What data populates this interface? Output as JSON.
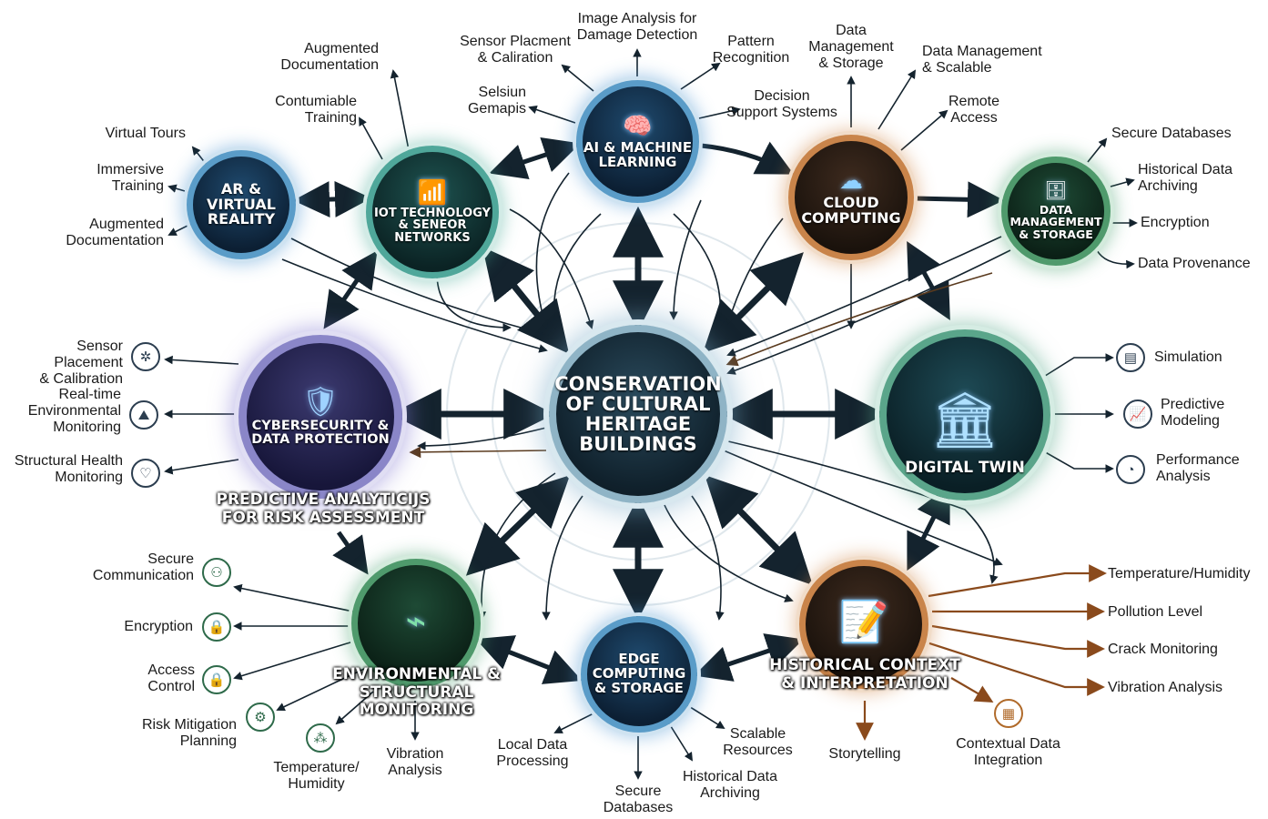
{
  "hub": {
    "title": "CONSERVATION\nOF CULTURAL\nHERITAGE\nBUILDINGS"
  },
  "nodes": {
    "ar": {
      "title": "AR &\nVIRTUAL\nREALITY"
    },
    "iot": {
      "title": "IOT TECHNOLOGY\n& SENEOR\nNETWORKS",
      "icon": "wifi-sensor-icon"
    },
    "ai": {
      "title": "AI & MACHINE\nLEARNING",
      "icon": "brain-icon"
    },
    "cloud": {
      "title": "CLOUD\nCOMPUTING",
      "icon": "cloud-icon"
    },
    "data": {
      "title": "DATA\nMANAGEMENT\n& STORAGE",
      "icon": "database-icon"
    },
    "cyber": {
      "title": "CYBERSECURITY &\nDATA PROTECTION",
      "icon": "shield-lock-icon"
    },
    "twin": {
      "title": "DIGITAL TWIN",
      "icon": "building-icon"
    },
    "env": {
      "title": "",
      "icon": "circuit-icon"
    },
    "edge": {
      "title": "EDGE\nCOMPUTING\n& STORAGE"
    },
    "hist": {
      "title": "",
      "icon": "document-pen-icon"
    }
  },
  "banners": {
    "predictive": "PREDICTIVE ANALYTICIJS\nFOR RISK ASSESSMENT",
    "env": "ENVIRONMENTAL &\nSTRUCTURAL MONITORING",
    "hist": "HISTORICAL CONTEXT\n& INTERPRETATION"
  },
  "labels": {
    "ar_virtual_tours": "Virtual Tours",
    "ar_immersive": "Immersive\nTraining",
    "ar_aug_doc": "Augmented\nDocumentation",
    "iot_aug_doc": "Augmented\nDocumentation",
    "iot_contumiable": "Contumiable\nTraining",
    "ai_sensor_placement": "Sensor Placment\n& Caliration",
    "ai_image_analysis": "Image Analysis for\nDamage Detection",
    "ai_pattern": "Pattern\nRecognition",
    "ai_selsiun": "Selsiun\nGemapis",
    "ai_decision": "Decision\nSupport Systems",
    "cloud_data_mgmt": "Data\nManagement\n& Storage",
    "cloud_scalable": "Data Management\n& Scalable",
    "cloud_remote": "Remote\nAccess",
    "data_secure_db": "Secure Databases",
    "data_hist_archive": "Historical Data\nArchiving",
    "data_encryption": "Encryption",
    "data_provenance": "Data Provenance",
    "cyber_sensor": "Sensor Placement\n& Calibration",
    "cyber_realtime": "Real-time\nEnvironmental\nMonitoring",
    "cyber_structural": "Structural Health\nMonitoring",
    "twin_simulation": "Simulation",
    "twin_predictive": "Predictive\nModeling",
    "twin_performance": "Performance\nAnalysis",
    "env_secure_comm": "Secure\nCommunication",
    "env_encryption": "Encryption",
    "env_access": "Access\nControl",
    "env_risk": "Risk Mitigation\nPlanning",
    "env_temp": "Temperature/\nHumidity",
    "env_vibration": "Vibration\nAnalysis",
    "edge_local": "Local Data\nProcessing",
    "edge_secure_db": "Secure\nDatabases",
    "edge_hist": "Historical Data\nArchiving",
    "edge_scalable": "Scalable\nResources",
    "hist_temp": "Temperature/Humidity",
    "hist_pollution": "Pollution Level",
    "hist_crack": "Crack Monitoring",
    "hist_vibration": "Vibration Analysis",
    "hist_storytelling": "Storytelling",
    "hist_contextual": "Contextual Data\nIntegration"
  },
  "colors": {
    "arrow_dark": "#14232e",
    "arrow_brown": "#5a3a1e",
    "arrow_orange": "#8a4a1c"
  }
}
